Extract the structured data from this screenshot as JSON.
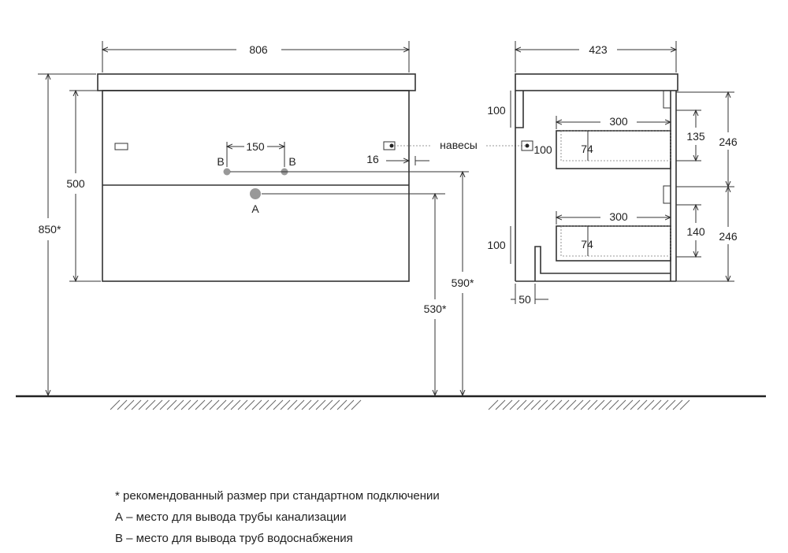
{
  "front": {
    "width": "806",
    "height_total": "850*",
    "height_body": "500",
    "hole_spacing": "150",
    "label_b_left": "B",
    "label_b_right": "B",
    "label_a": "A",
    "hinge_offset": "16",
    "height_590": "590*",
    "height_530": "530*"
  },
  "hinges_label": "навесы",
  "side": {
    "depth": "423",
    "d_100_top": "100",
    "d_100_mid": "100",
    "d_100_low": "100",
    "drawer1_depth": "300",
    "drawer1_inner": "74",
    "drawer1_h": "135",
    "drawer1_total": "246",
    "drawer2_depth": "300",
    "drawer2_inner": "74",
    "drawer2_h": "140",
    "drawer2_total": "246",
    "bottom_50": "50"
  },
  "notes": [
    "* рекомендованный размер при стандартном подключении",
    "А – место для вывода трубы канализации",
    "В – место для вывода труб водоснабжения"
  ]
}
